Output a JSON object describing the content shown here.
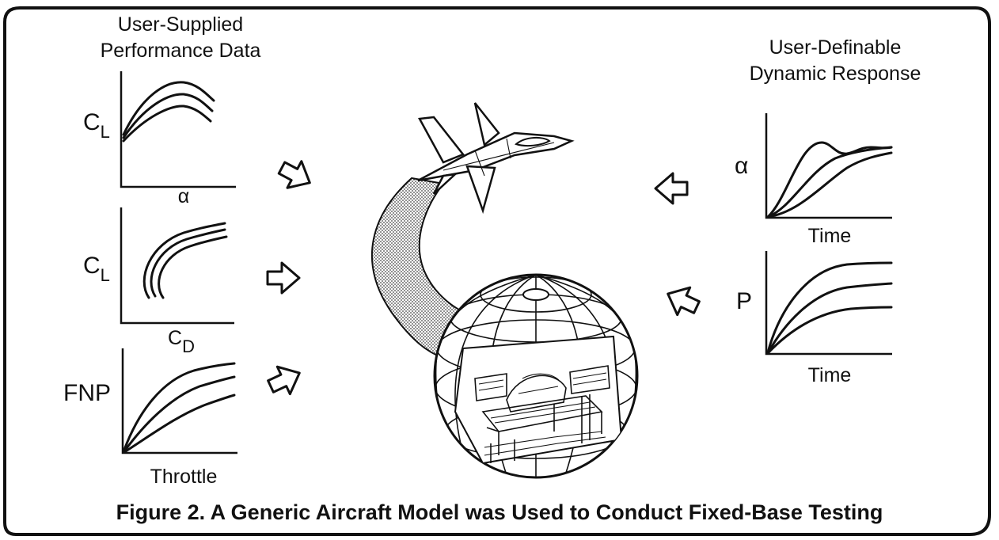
{
  "left_panel": {
    "heading_line1": "User-Supplied",
    "heading_line2": "Performance Data",
    "plots": [
      {
        "y_main": "C",
        "y_sub": "L",
        "x_main": "α",
        "x_sub": ""
      },
      {
        "y_main": "C",
        "y_sub": "L",
        "x_main": "C",
        "x_sub": "D"
      },
      {
        "y_main": "FNP",
        "y_sub": "",
        "x_main": "Throttle",
        "x_sub": ""
      }
    ]
  },
  "right_panel": {
    "heading_line1": "User-Definable",
    "heading_line2": "Dynamic Response",
    "plots": [
      {
        "y_main": "α",
        "x_main": "Time"
      },
      {
        "y_main": "P",
        "x_main": "Time"
      }
    ]
  },
  "center": {
    "aircraft": "fighter-aircraft",
    "simulator": "dome-simulator"
  },
  "caption": "Figure 2. A Generic Aircraft Model was Used to Conduct Fixed-Base Testing"
}
